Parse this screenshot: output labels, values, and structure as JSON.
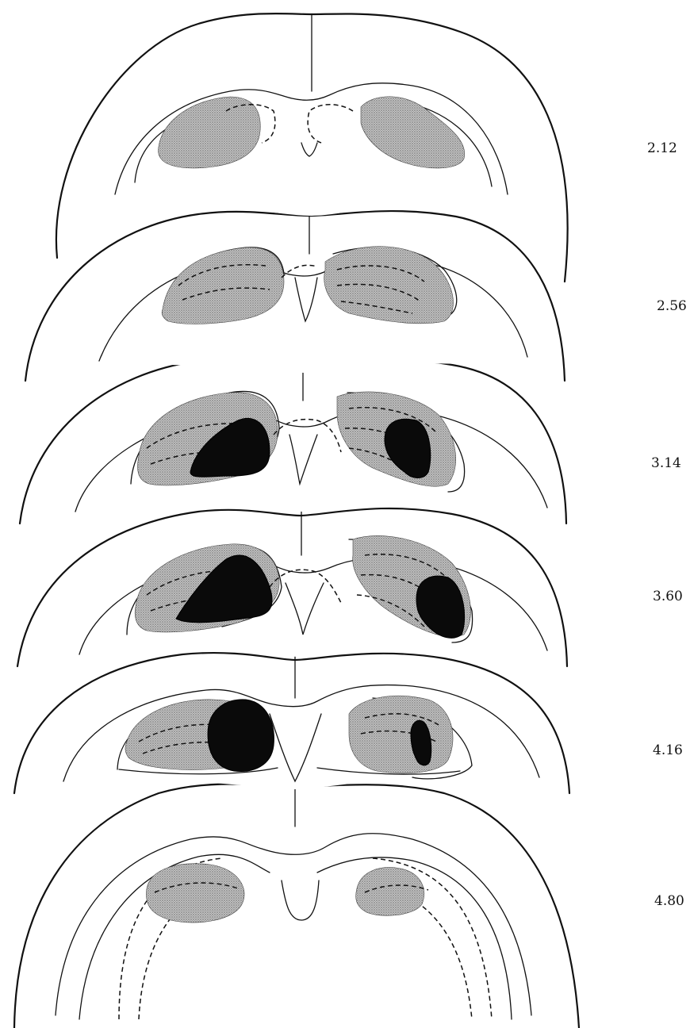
{
  "sections": [
    {
      "label": "2.12",
      "lesion_left": false,
      "lesion_right": false
    },
    {
      "label": "2.56",
      "lesion_left": false,
      "lesion_right": false
    },
    {
      "label": "3.14",
      "lesion_left": true,
      "lesion_right": true
    },
    {
      "label": "3.60",
      "lesion_left": true,
      "lesion_right": true
    },
    {
      "label": "4.16",
      "lesion_left": true,
      "lesion_right": true
    },
    {
      "label": "4.80",
      "lesion_left": false,
      "lesion_right": false
    }
  ],
  "colors": {
    "line": "#111111",
    "shading": "#9a9a9a",
    "lesion": "#0a0a0a",
    "background": "#ffffff"
  }
}
